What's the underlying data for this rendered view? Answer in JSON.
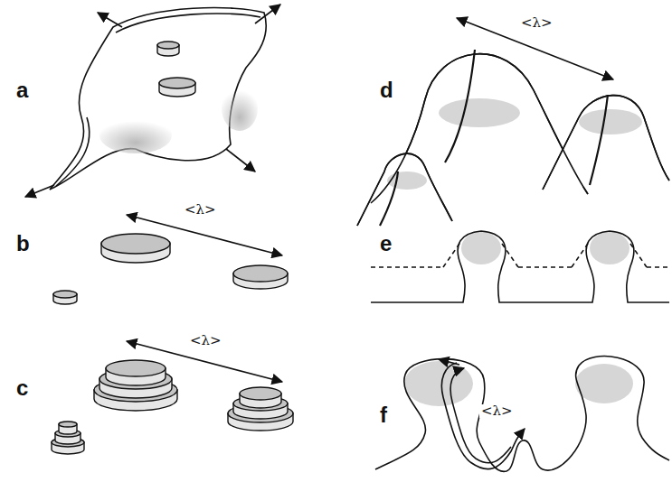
{
  "diagram": {
    "labels": [
      "a",
      "b",
      "c",
      "d",
      "e",
      "f",
      "<λ>",
      "<λ>",
      "<λ>",
      "<λ>"
    ]
  }
}
